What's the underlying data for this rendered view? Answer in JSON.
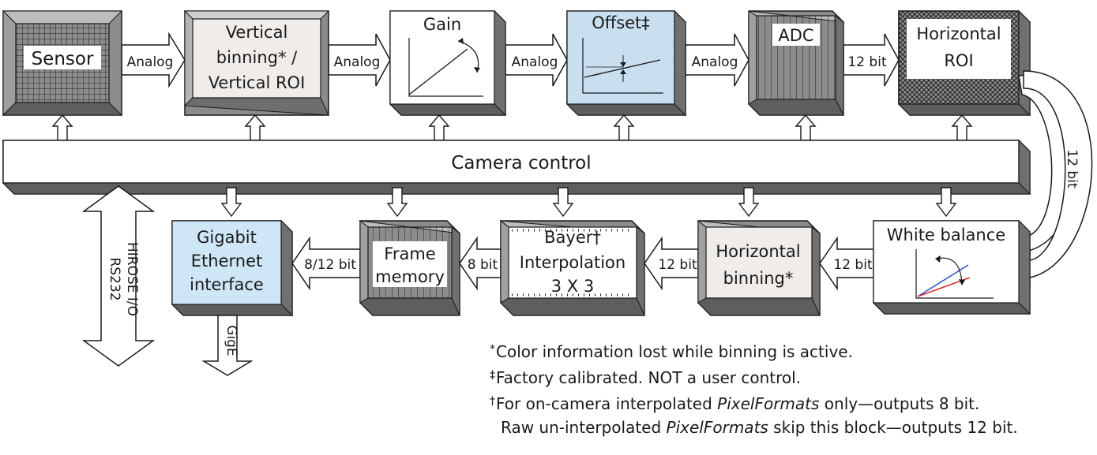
{
  "blocks": {
    "sensor": "Sensor",
    "vbin_1": "Vertical",
    "vbin_2": "binning* /",
    "vbin_3": "Vertical ROI",
    "gain": "Gain",
    "offset": "Offset‡",
    "adc": "ADC",
    "hroi_1": "Horizontal",
    "hroi_2": "ROI",
    "camera_control": "Camera control",
    "white_balance": "White balance",
    "hbin_1": "Horizontal",
    "hbin_2": "binning*",
    "bayer_1": "Bayer†",
    "bayer_2": "Interpolation",
    "bayer_3": "3 X 3",
    "frame_1": "Frame",
    "frame_2": "memory",
    "gige_1": "Gigabit",
    "gige_2": "Ethernet",
    "gige_3": "interface"
  },
  "arrows": {
    "analog": "Analog",
    "bit12": "12 bit",
    "bit8": "8 bit",
    "bit8_12": "8/12 bit",
    "gige": "GigE",
    "hirose": "HIROSE I/O",
    "rs232": "RS232"
  },
  "notes": {
    "n1_mark": "*",
    "n1": "Color information lost while binning is active.",
    "n2_mark": "‡",
    "n2": "Factory calibrated. NOT a user control.",
    "n3_mark": "†",
    "n3_pre": "For on-camera interpolated ",
    "n3_em": "PixelFormats",
    "n3_post": " only—outputs 8 bit.",
    "n4_pre": "Raw un-interpolated ",
    "n4_em": "PixelFormats",
    "n4_post": " skip this block—outputs 12 bit."
  },
  "colors": {
    "line": "#1a1a1a",
    "box_front": "#ffffff",
    "box_top": "#e4e4e4",
    "box_side": "#8c8c8c",
    "box_dark_top": "#bdbdbd",
    "box_dark_side": "#707070",
    "tint_gray": "#efecea",
    "tint_blue": "#dcecf8",
    "gige_blue": "#cfe6f7",
    "red": "#d62a2a",
    "blue": "#2a4fc9"
  }
}
